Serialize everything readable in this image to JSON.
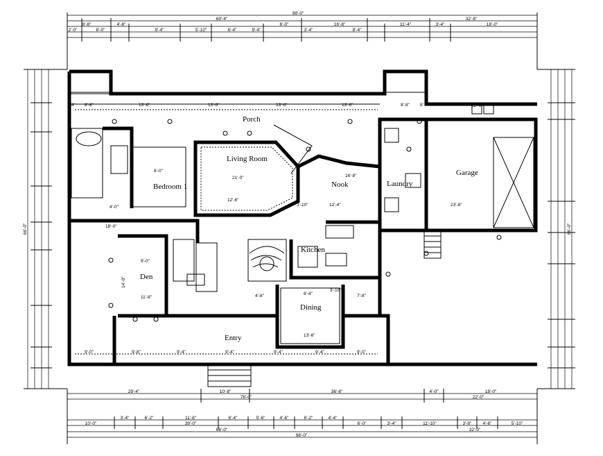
{
  "rooms": {
    "porch": "Porch",
    "living_room": "Living Room",
    "bedroom": "Bedroom 1",
    "nook": "Nook",
    "laundry": "Laundry",
    "garage": "Garage",
    "kitchen": "Kitchen",
    "den": "Den",
    "dining": "Dining",
    "entry": "Entry"
  },
  "top_dims": {
    "overall": "98'-0\"",
    "row2": [
      "69'-4\"",
      "32'-8\""
    ],
    "row3": [
      "8'-8\"",
      "4'-8\"",
      "6'-0\"",
      "16'-8\"",
      "11'-4\"",
      "3'-4\"",
      "18'-0\""
    ],
    "row4": [
      "2'-0\"",
      "6'-0\"",
      "9'-4\"",
      "5'-10\"",
      "6'-4\"",
      "9'-4\"",
      "3'-4\"",
      "8'-4\""
    ]
  },
  "bottom_dims": {
    "row1": [
      "29'-4\"",
      "10'-8\"",
      "36'-8\"",
      "4'-0\"",
      "18'-0\""
    ],
    "row1_sub": [
      "76'-0\"",
      "22'-0\""
    ],
    "row2": [
      "10'-0\"",
      "3'-4\"",
      "6'-2\"",
      "11'-8\"",
      "6'-4\"",
      "5'-6\"",
      "4'-6\"",
      "6'-2\"",
      "4'-4\"",
      "6'-0\"",
      "3'-4\"",
      "11'-10\"",
      "3'-8\"",
      "4'-6\"",
      "5'-10\""
    ],
    "row2_sub": [
      "39'-0\"",
      "32'-0\""
    ],
    "row3": [
      "66'-0\"",
      "98'-0\""
    ]
  },
  "side_dims": {
    "left_overall": "66'-0\"",
    "right_overall": "66'-0\""
  },
  "interior_dims": {
    "porch_row": [
      "8'",
      "8'-8\"",
      "13'-6\"",
      "13'-6\"",
      "13'-6\"",
      "13'-6\"",
      "8'-8\"",
      "8'"
    ],
    "garage_width": "23'-8\"",
    "garage_top": "22'-0\"",
    "living": [
      "21'-0\"",
      "12'-6\""
    ],
    "bedroom": [
      "6'-0\"",
      "18'-0\"",
      "4'-0\""
    ],
    "nook": [
      "16'-8\"",
      "12'-4\"",
      "3'-10\""
    ],
    "kitchen": [
      "8'-4\"",
      "7'-8\"",
      "3'-10\""
    ],
    "den": [
      "9'-0\"",
      "11'-8\"",
      "14'-0\""
    ],
    "dining": [
      "13'-6\""
    ],
    "entry": [
      "4'-8\""
    ],
    "bottom_row": [
      "9'-0\"",
      "9'-8\"",
      "9'-4\"",
      "9'-4\"",
      "9'-4\"",
      "9'-4\"",
      "9'-0\""
    ]
  }
}
